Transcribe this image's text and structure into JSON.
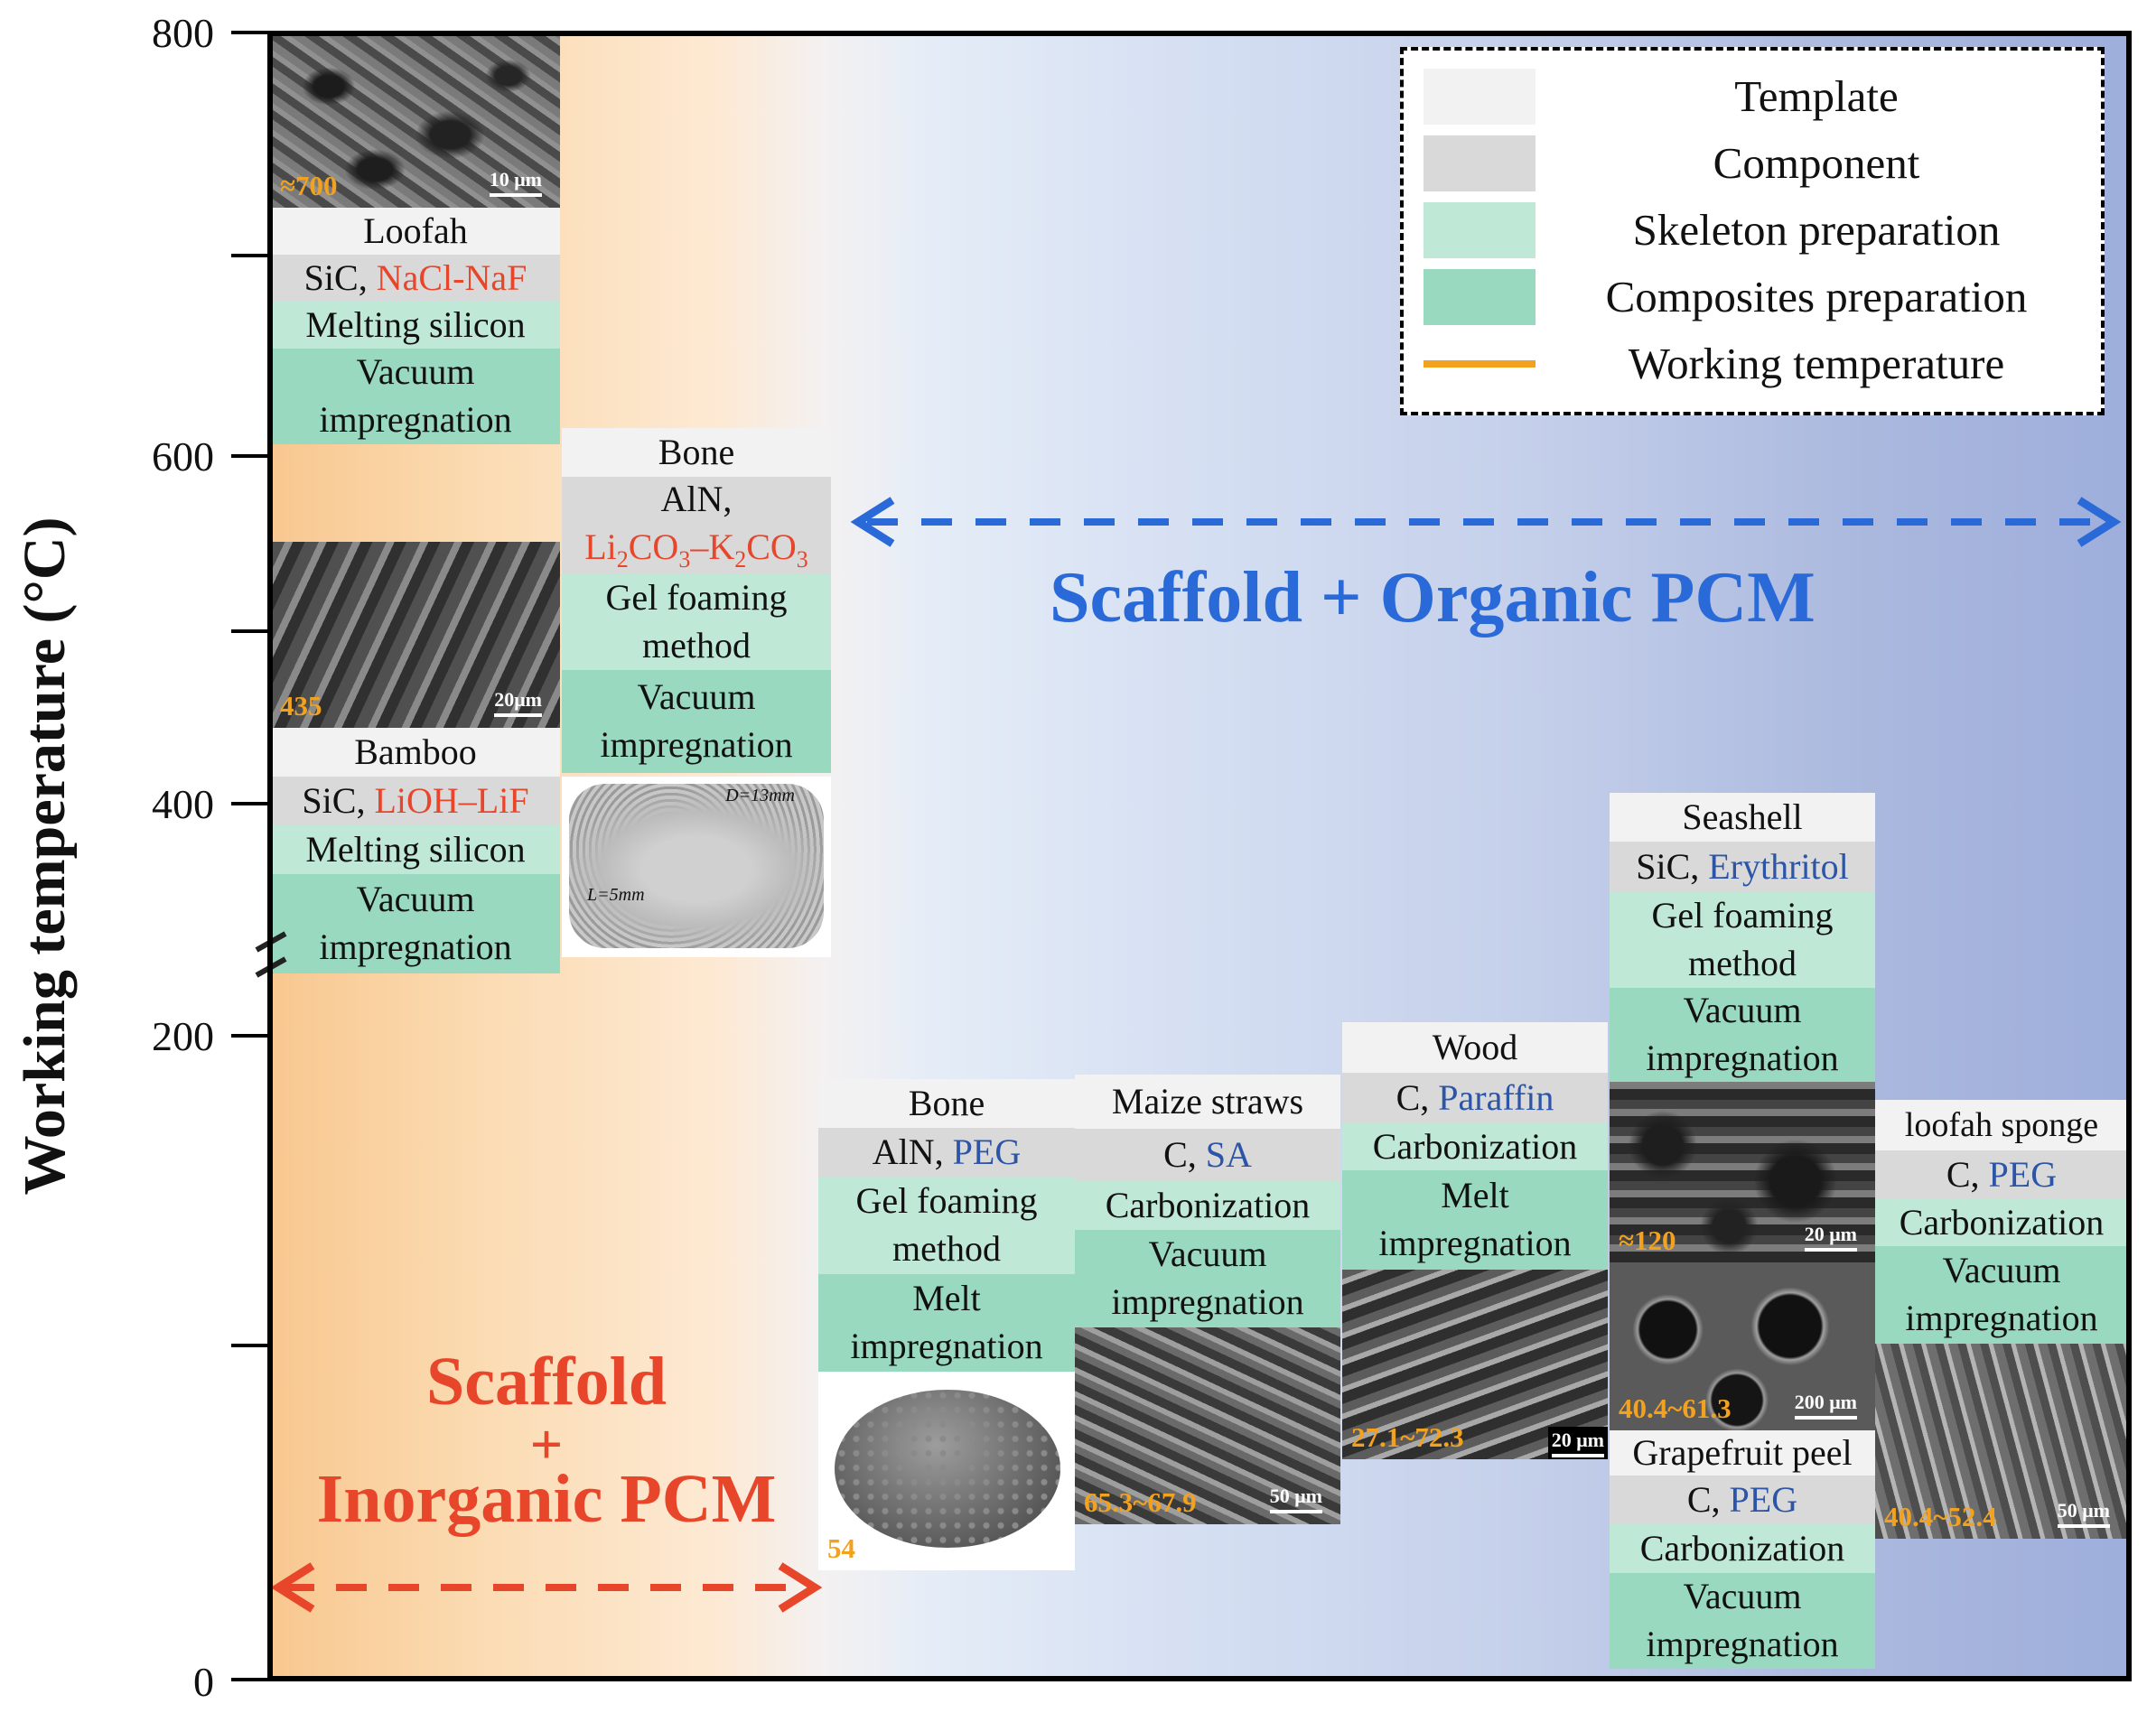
{
  "y_axis": {
    "title": "Working temperature (°C)",
    "tick_labels": [
      "800",
      "600",
      "400",
      "200",
      "0"
    ],
    "axis_break": true
  },
  "legend": {
    "items": [
      {
        "label": "Template",
        "color": "#f2f2f2"
      },
      {
        "label": "Component",
        "color": "#d9d9d9"
      },
      {
        "label": "Skeleton preparation",
        "color": "#bfe8d6"
      },
      {
        "label": "Composites preparation",
        "color": "#99d9bf"
      },
      {
        "label": "Working temperature",
        "color": "#f2a21e"
      }
    ]
  },
  "regions": {
    "organic": {
      "title": "Scaffold + Organic PCM",
      "color": "#2a6ad8"
    },
    "inorganic": {
      "title_lines": [
        "Scaffold",
        "+",
        "Inorganic PCM"
      ],
      "color": "#e8462b"
    }
  },
  "entries": [
    {
      "template": "Loofah",
      "component_prefix": "SiC, ",
      "component_pcm": "NaCl-NaF",
      "pcm_type": "inorganic",
      "skeleton": "Melting silicon",
      "composite": "Vacuum impregnation",
      "micrograph": {
        "temperature_label": "≈700",
        "scale_bar": "10 μm"
      }
    },
    {
      "template": "Bamboo",
      "component_prefix": "SiC, ",
      "component_pcm": "LiOH–LiF",
      "pcm_type": "inorganic",
      "skeleton": "Melting silicon",
      "composite": "Vacuum impregnation",
      "micrograph": {
        "temperature_label": "435",
        "scale_bar": "20μm"
      }
    },
    {
      "template": "Bone",
      "component_prefix": "AlN,",
      "component_pcm": "Li2CO3–K2CO3",
      "pcm_type": "inorganic",
      "skeleton": "Gel foaming method",
      "composite": "Vacuum impregnation",
      "micrograph": {
        "ct_labels": [
          "D=13mm",
          "L=5mm"
        ]
      }
    },
    {
      "template": "Bone",
      "component_prefix": "AlN, ",
      "component_pcm": "PEG",
      "pcm_type": "organic",
      "skeleton": "Gel foaming method",
      "composite": "Melt impregnation",
      "micrograph": {
        "temperature_label": "54"
      }
    },
    {
      "template": "Maize straws",
      "component_prefix": "C, ",
      "component_pcm": "SA",
      "pcm_type": "organic",
      "skeleton": "Carbonization",
      "composite": "Vacuum impregnation",
      "micrograph": {
        "temperature_label": "65.3~67.9",
        "scale_bar": "50 μm"
      }
    },
    {
      "template": "Wood",
      "component_prefix": "C, ",
      "component_pcm": "Paraffin",
      "pcm_type": "organic",
      "skeleton": "Carbonization",
      "composite": "Melt impregnation",
      "micrograph": {
        "temperature_label": "27.1~72.3",
        "scale_bar": "20 μm"
      }
    },
    {
      "template": "Seashell",
      "component_prefix": "SiC, ",
      "component_pcm": "Erythritol",
      "pcm_type": "organic",
      "skeleton": "Gel foaming method",
      "composite": "Vacuum impregnation",
      "micrograph": {
        "temperature_label": "≈120",
        "scale_bar": "20 μm"
      }
    },
    {
      "template": "Grapefruit peel",
      "component_prefix": "C, ",
      "component_pcm": "PEG",
      "pcm_type": "organic",
      "skeleton": "Carbonization",
      "composite": "Vacuum impregnation",
      "micrograph": {
        "temperature_label": "40.4~61.3",
        "scale_bar": "200 μm"
      }
    },
    {
      "template": "loofah sponge",
      "component_prefix": "C, ",
      "component_pcm": "PEG",
      "pcm_type": "organic",
      "skeleton": "Carbonization",
      "composite": "Vacuum impregnation",
      "micrograph": {
        "temperature_label": "40.4~52.4",
        "scale_bar": "50 μm"
      }
    }
  ]
}
